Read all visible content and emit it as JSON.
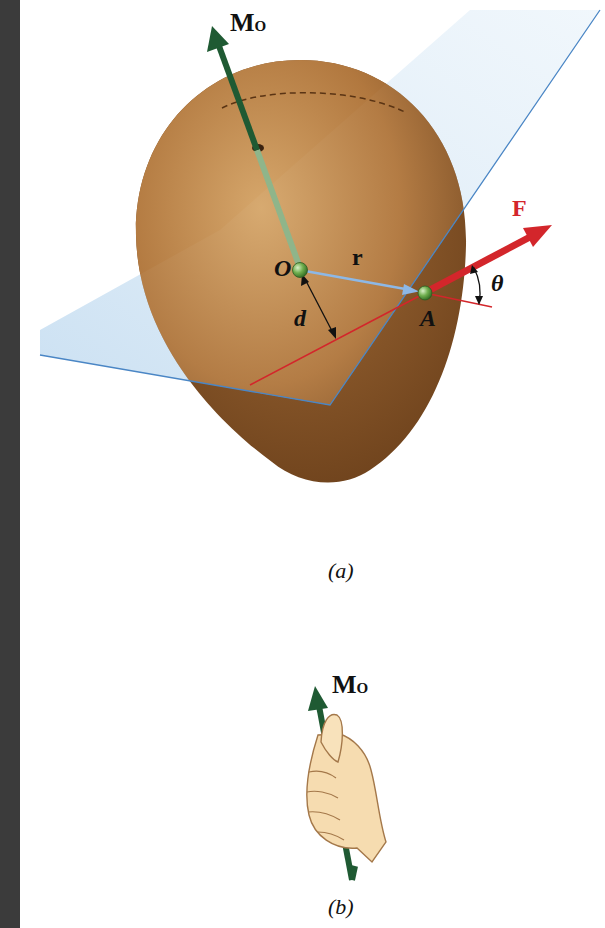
{
  "diagram": {
    "labels": [
      "MO",
      "O",
      "r",
      "d",
      "A",
      "F",
      "θ",
      "(a)",
      "MO",
      "(b)"
    ]
  }
}
